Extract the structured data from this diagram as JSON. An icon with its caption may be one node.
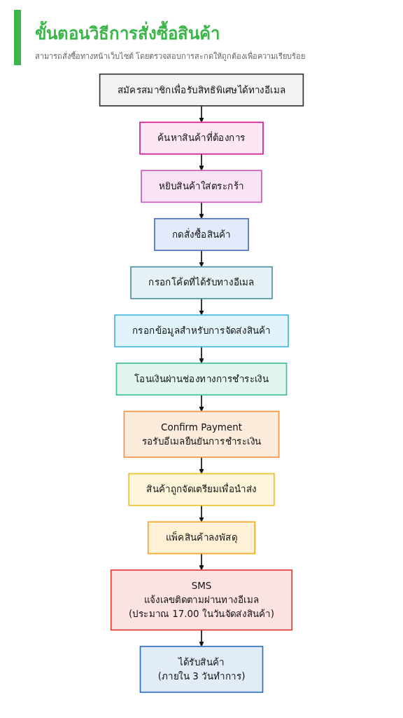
{
  "diagram": {
    "title": "ขั้นตอนวิธีการสั่งซื้อสินค้า",
    "nodes": [
      {
        "text": [
          "สมัครสมาชิกเพื่อรับสิทธิพิเศษได้ทางอีเมล"
        ]
      },
      {
        "text": [
          "ค้นหาสินค้าที่ต้องการ"
        ]
      },
      {
        "text": [
          "หยิบสินค้าใส่ตระกร้า"
        ]
      },
      {
        "text": [
          "กดสั่งซื้อสินค้า"
        ]
      },
      {
        "text": [
          "กรอกโค้ดที่ได้รับทางอีเมล"
        ]
      },
      {
        "text": [
          "กรอกข้อมูลสำหรับการจัดส่งสินค้า"
        ]
      },
      {
        "text": [
          "โอนเงินผ่านช่องทางการชำระเงิน"
        ]
      },
      {
        "text": [
          "Confirm Payment",
          "รอรับอีเมลยืนยันการชำระเงิน"
        ]
      },
      {
        "text": [
          "สินค้าถูกจัดเตรียมเพื่อนำส่ง"
        ]
      },
      {
        "text": [
          "แพ็คสินค้าลงพัสดุ"
        ]
      },
      {
        "text": [
          "SMS",
          "แจ้งเลขติดตามผ่านทางอีเมล",
          "(ประมาณ 17.00 ในวันจัดส่งสินค้า)"
        ]
      },
      {
        "text": [
          "ได้รับสินค้า",
          "(ภายใน 3 วันทำการ)"
        ]
      }
    ],
    "edges": [
      {
        "from": 0,
        "to": 1,
        "arrow": "to"
      },
      {
        "from": 1,
        "to": 2,
        "arrow": "to"
      },
      {
        "from": 2,
        "to": 3,
        "arrow": "to"
      },
      {
        "from": 3,
        "to": 4,
        "arrow": "to"
      },
      {
        "from": 4,
        "to": 5,
        "arrow": "to"
      },
      {
        "from": 5,
        "to": 6,
        "arrow": "to"
      },
      {
        "from": 6,
        "to": 7,
        "arrow": "to"
      },
      {
        "from": 7,
        "to": 8,
        "arrow": "to"
      },
      {
        "from": 8,
        "to": 9,
        "arrow": "to"
      },
      {
        "from": 9,
        "to": 10,
        "arrow": "to"
      },
      {
        "from": 10,
        "to": 11,
        "arrow": "to"
      }
    ],
    "labels": [
      "สามารถสั่งซื้อทางหน้าเว็บไซต์ โดยตรวจสอบการสะกดให้ถูกต้องเพื่อความเรียบร้อย"
    ]
  }
}
